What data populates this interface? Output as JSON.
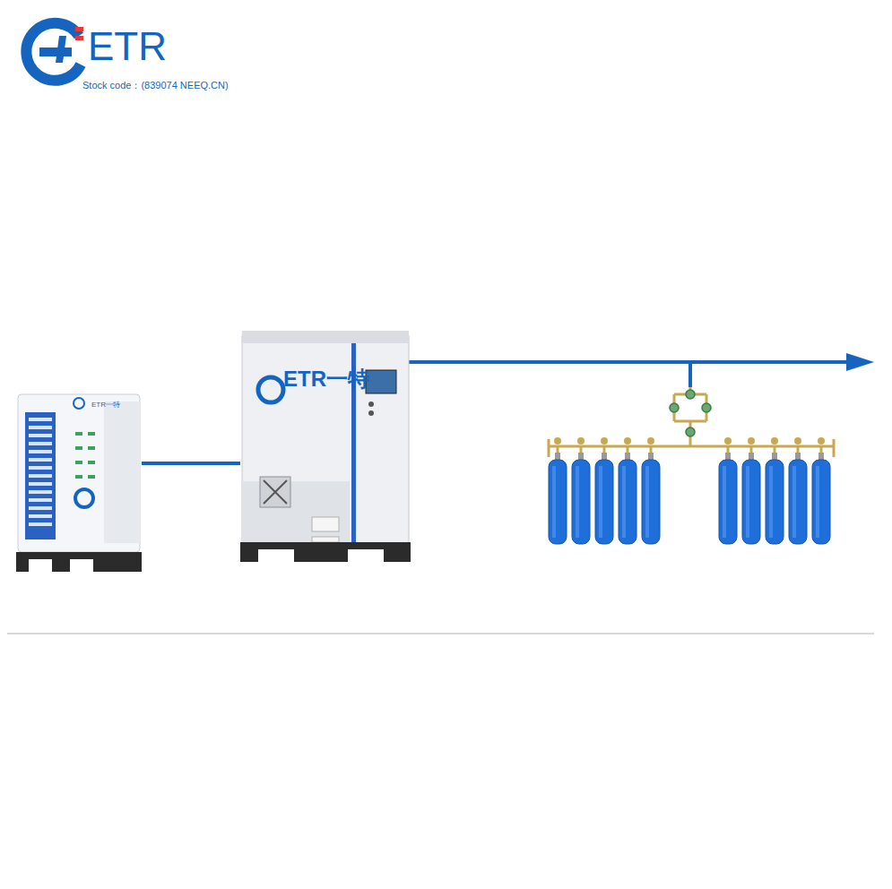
{
  "diagram": {
    "nodes": [
      {
        "text": [
          "ETR一特"
        ]
      },
      {
        "text": [
          "ETR一特"
        ]
      }
    ],
    "edges": [
      {
        "from": 0,
        "to": 1,
        "arrow": "none"
      }
    ],
    "labels": [
      "ETR",
      "Stock code：(839074 NEEQ.CN)"
    ]
  }
}
